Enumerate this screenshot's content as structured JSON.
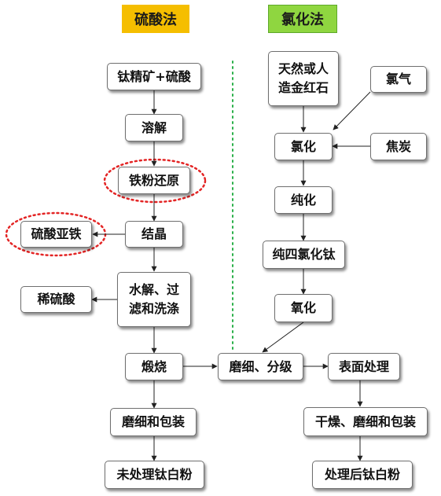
{
  "headers": {
    "sulfuric": "硫酸法",
    "chloride": "氯化法"
  },
  "colors": {
    "sulfuric_header": "#f5be00",
    "chloride_header": "#8fd640",
    "highlight_ellipse": "#e32424",
    "separator": "#2bb04a"
  },
  "sulfuric": {
    "ore_acid": "钛精矿+硫酸",
    "dissolve": "溶解",
    "iron_reduce": "铁粉还原",
    "crystallize": "结晶",
    "ferrous_sulfate": "硫酸亚铁",
    "hydrolysis": "水解、过\n滤和洗涤",
    "dilute_acid": "稀硫酸",
    "calcine": "煅烧",
    "grind_pack": "磨细和包装",
    "untreated": "未处理钛白粉"
  },
  "chloride": {
    "rutile": "天然或人\n造金红石",
    "chlorine": "氯气",
    "chlorinate": "氯化",
    "coke": "焦炭",
    "purify": "纯化",
    "ticl4": "纯四氯化钛",
    "oxidize": "氧化"
  },
  "shared": {
    "grind_classify": "磨细、分级",
    "surface_treat": "表面处理",
    "dry_grind_pack": "干燥、磨细和包装",
    "treated": "处理后钛白粉"
  }
}
